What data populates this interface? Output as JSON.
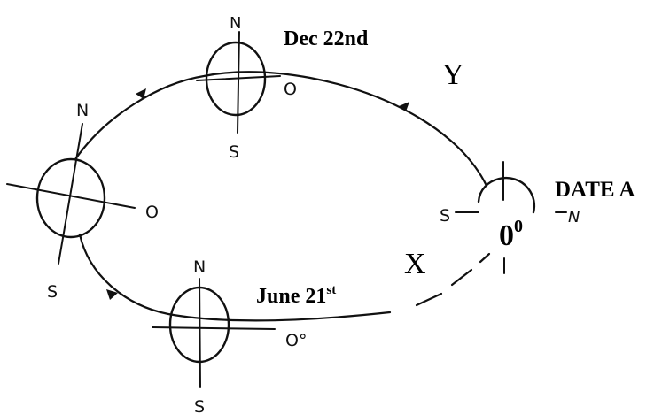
{
  "labels": {
    "dec": "Dec 22nd",
    "june_base": "June 21",
    "june_sup": "st",
    "date_a": "DATE A",
    "zero_base": "0",
    "zero_sup": "0",
    "y": "Y",
    "x": "X"
  },
  "earth_marks": {
    "top": {
      "n": "N",
      "s": "S",
      "o": "O"
    },
    "left": {
      "n": "N",
      "s": "S",
      "o": "O"
    },
    "bottom": {
      "n": "N",
      "s": "S",
      "o": "O°"
    },
    "right": {
      "n": "N",
      "s": "S"
    }
  },
  "colors": {
    "ink": "#111111",
    "paper": "#ffffff"
  }
}
